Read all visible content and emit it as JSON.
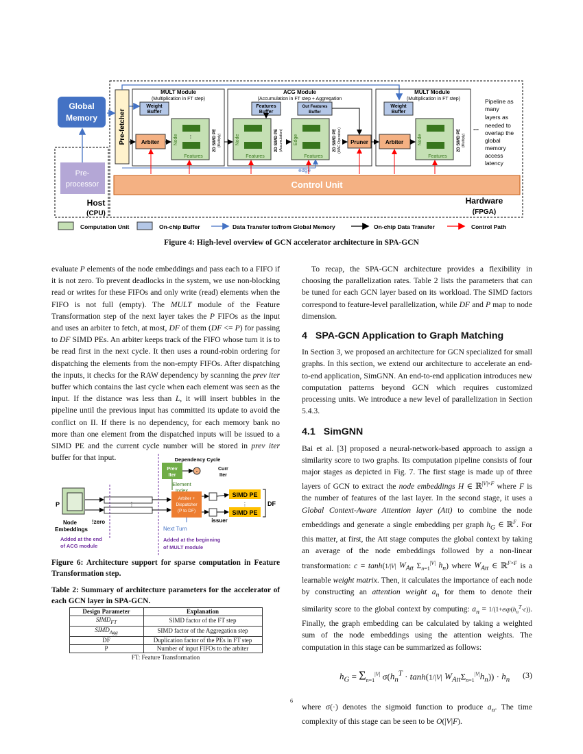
{
  "figure4": {
    "global_memory": "Global\nMemory",
    "preprocessor": "Pre-\nprocessor",
    "host_label": "Host",
    "host_sub": "(CPU)",
    "hardware_label": "Hardware",
    "hardware_sub": "(FPGA)",
    "prefetcher": "Pre-fetcher",
    "control_unit": "Control Unit",
    "mult1_title": "MULT Module",
    "mult1_sub": "(Multiplication in FT step)",
    "acg_title": "ACG Module",
    "acg_sub": "(Accumulation in FT step + Aggregation",
    "mult2_title": "MULT Module",
    "mult2_sub": "(Multiplication in FT step)",
    "weight_buffer": "Weight\nBuffer",
    "features_buffer": "Features\nBuffer",
    "out_features_buffer": "Out Features\nBuffer",
    "arbiter": "Arbiter",
    "pruner": "Pruner",
    "features": "Features",
    "node": "Node",
    "edge": "Edge",
    "edge_label": "edge",
    "simd_pe_mult": "2D SIMD PE",
    "simd_pe_mult_sub": "(Multiply)",
    "simd_pe_acc_sub": "(Accumulation)",
    "simd_pe_mac_sub": "(MAC Operation)",
    "ellipsis": "...",
    "pipeline_note": [
      "Pipeline as",
      "many",
      "layers as",
      "needed to",
      "overlap the",
      "global",
      "memory",
      "access",
      "latency"
    ],
    "legend": {
      "computation_unit": "Computation Unit",
      "onchip_buffer": "On-chip Buffer",
      "transfer_global": "Data Transfer to/from Global Memory",
      "onchip_transfer": "On-chip Data Transfer",
      "control_path": "Control Path"
    },
    "caption": "Figure 4: High-level overview of GCN accelerator architecture in SPA-GCN",
    "colors": {
      "blue": "#4472c4",
      "purple": "#b4a7d6",
      "orange": "#f4b183",
      "green": "#c5e0b4",
      "buffer": "#b4c7e7",
      "red": "#ff0000",
      "yellow": "#fff2cc"
    }
  },
  "left_para": "evaluate P elements of the node embeddings and pass each to a FIFO if it is not zero. To prevent deadlocks in the system, we use non-blocking read or writes for these FIFOs and only write (read) elements when the FIFO is not full (empty). The MULT module of the Feature Transformation step of the next layer takes the P FIFOs as the input and uses an arbiter to fetch, at most, DF of them (DF <= P) for passing to DF SIMD PEs. An arbiter keeps track of the FIFO whose turn it is to be read first in the next cycle. It then uses a round-robin ordering for dispatching the elements from the non-empty FIFOs. After dispatching the inputs, it checks for the RAW dependency by scanning the prev iter buffer which contains the last cycle when each element was seen as the input. If the distance was less than L, it will insert bubbles in the pipeline until the previous input has committed its update to avoid the conflict on II. If there is no dependency, for each memory bank no more than one element from the dispatched inputs will be issued to a SIMD PE and the current cycle number will be stored in prev iter buffer for that input.",
  "figure6": {
    "dependency_cycle": "Dependency Cycle",
    "prev_iter": "Prev\nIter",
    "curr_iter": "Curr\nIter",
    "element_index": "Element\nIndex",
    "arbiter_dispatcher": "Arbiter +\nDispatcher\n(P to DF)",
    "simd_pe": "SIMD PE",
    "df": "DF",
    "p": "P",
    "node_embeddings": "Node\nEmbeddings",
    "not_zero": "!zero",
    "next_turn": "Next Turn",
    "issuer": "issuer",
    "added_end": "Added at the end\nof ACG module",
    "added_begin": "Added at the beginning\nof MULT module",
    "caption": "Figure 6: Architecture support for sparse computation in Feature Transformation step."
  },
  "table2": {
    "caption": "Table 2: Summary of architecture parameters for the accelerator of each GCN layer in SPA-GCN.",
    "headers": [
      "Design Parameter",
      "Explanation"
    ],
    "rows": [
      [
        "SIMD_FT",
        "SIMD factor of the FT step"
      ],
      [
        "SIMD_Agg",
        "SIMD factor of the Aggregation step"
      ],
      [
        "DF",
        "Duplication factor of the PEs in FT step"
      ],
      [
        "P",
        "Number of input FIFOs to the arbiter"
      ]
    ],
    "footnote": "FT: Feature Transformation"
  },
  "right": {
    "recap": "To recap, the SPA-GCN architecture provides a flexibility in choosing the parallelization rates. Table 2 lists the parameters that can be tuned for each GCN layer based on its workload. The SIMD factors correspond to feature-level parallelization, while DF and P map to node dimension.",
    "sec4_num": "4",
    "sec4_title": "SPA-GCN Application to Graph Matching",
    "sec4_text": "In Section 3, we proposed an architecture for GCN specialized for small graphs. In this section, we extend our architecture to accelerate an end-to-end application, SimGNN. An end-to-end application introduces new computation patterns beyond GCN which requires customized processing units. We introduce a new level of parallelization in Section 5.4.3.",
    "sec41_num": "4.1",
    "sec41_title": "SimGNN",
    "simgnn_1": "Bai et al. [3] proposed a neural-network-based approach to assign a similarity score to two graphs. Its computation pipeline consists of four major stages as depicted in Fig. 7. The first stage is made up of three layers of GCN to extract the",
    "simgnn_2": "where F is the number of features of the last layer. In the second stage, it uses a",
    "simgnn_3": "to combine the node embeddings and generate a single embedding per graph",
    "simgnn_4": "For this matter, at first, the Att stage computes the global context by taking an average of the node embeddings followed by a non-linear transformation:",
    "simgnn_5": "is a learnable",
    "simgnn_6": "Then, it calculates the importance of each node by constructing an",
    "simgnn_7": "for them to denote their similarity score to the global context by computing:",
    "simgnn_8": "Finally, the graph embedding can be calculated by taking a weighted sum of the node embeddings using the attention weights. The computation in this stage can be summarized as follows:",
    "eq_number": "(3)",
    "after_eq": "where σ(·) denotes the sigmoid function to produce a_n. The time complexity of this stage can be seen to be O(|V|F)."
  },
  "page_number": "6"
}
